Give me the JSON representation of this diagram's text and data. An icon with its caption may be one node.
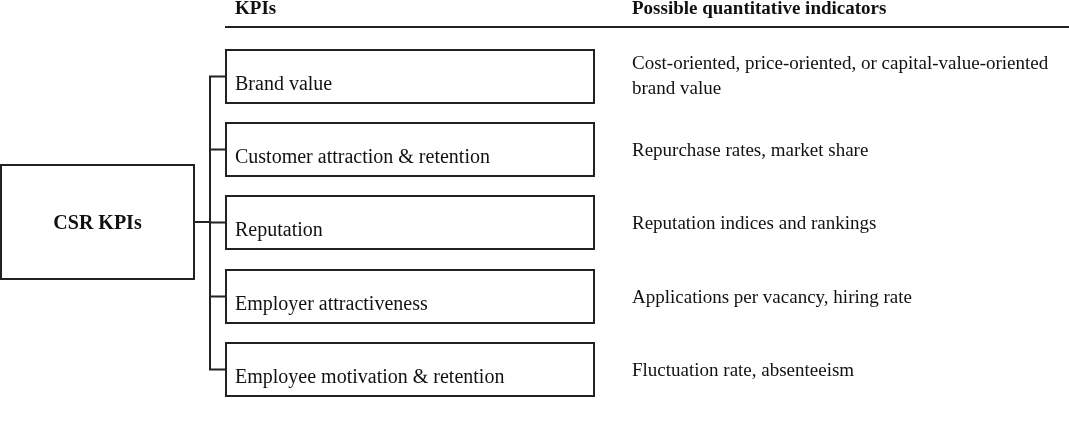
{
  "diagram": {
    "nodes": [
      {
        "text": [
          "CSR KPIs"
        ]
      },
      {
        "text": [
          "Brand value"
        ],
        "beside": [
          "Cost-oriented, price-oriented, or capital-value-oriented brand value"
        ]
      },
      {
        "text": [
          "Customer attraction & retention"
        ],
        "beside": [
          "Repurchase rates, market share"
        ]
      },
      {
        "text": [
          "Reputation"
        ],
        "beside": [
          "Reputation indices and rankings"
        ]
      },
      {
        "text": [
          "Employer attractiveness"
        ],
        "beside": [
          "Applications per vacancy, hiring rate"
        ]
      },
      {
        "text": [
          "Employee motivation & retention"
        ],
        "beside": [
          "Fluctuation rate, absenteeism"
        ]
      }
    ],
    "edges": [
      {
        "from": 0,
        "to": 1,
        "arrow": "none"
      },
      {
        "from": 0,
        "to": 2,
        "arrow": "none"
      },
      {
        "from": 0,
        "to": 3,
        "arrow": "none"
      },
      {
        "from": 0,
        "to": 4,
        "arrow": "none"
      },
      {
        "from": 0,
        "to": 5,
        "arrow": "none"
      }
    ],
    "labels": [
      "KPIs",
      "Possible quantitative indicators"
    ]
  }
}
